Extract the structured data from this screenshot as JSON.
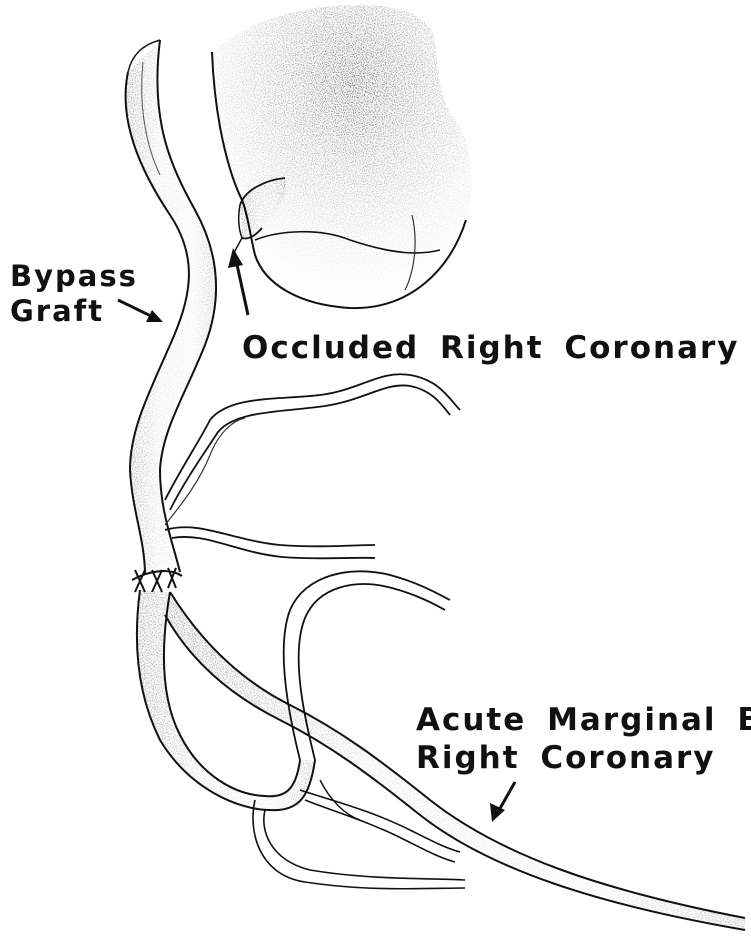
{
  "labels": {
    "bypass_graft_line1": "Bypass",
    "bypass_graft_line2": "Graft",
    "occluded": "Occluded Right Coronary",
    "acute_line1": "Acute Marginal Br.",
    "acute_line2": "Right Coronary"
  },
  "colors": {
    "ink": "#111111",
    "shade": "#444444",
    "background": "#ffffff"
  }
}
